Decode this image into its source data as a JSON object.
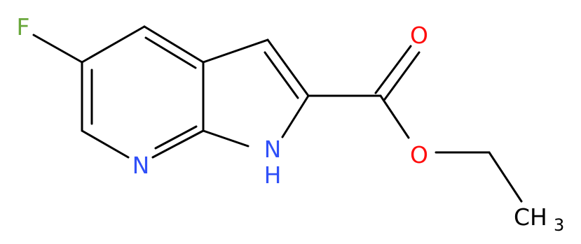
{
  "atoms": {
    "fluorine": {
      "text": "F",
      "color": "#6aa83c"
    },
    "pyridine_n": {
      "text": "N",
      "color": "#3050f8"
    },
    "pyrrole_nh": {
      "text": "N",
      "color": "#3050f8"
    },
    "pyrrole_h": {
      "text": "H",
      "color": "#3050f8"
    },
    "carbonyl_o": {
      "text": "O",
      "color": "#ff0d0d"
    },
    "ester_o": {
      "text": "O",
      "color": "#ff0d0d"
    },
    "methyl": {
      "text": "CH",
      "subscript": "3",
      "color": "#000000"
    }
  },
  "bond_color": "#000000"
}
